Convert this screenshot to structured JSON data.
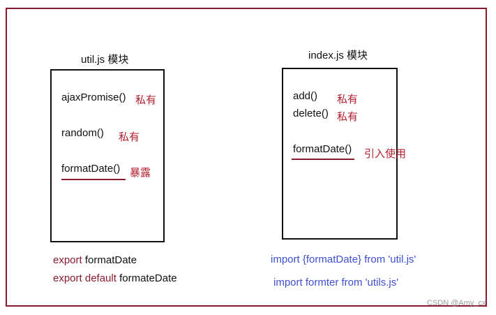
{
  "colors": {
    "frame": "#8b1a2e",
    "private_tag": "#b21f2d",
    "export_keyword": "#8b1a2e",
    "import_text": "#3d4fd0",
    "watermark": "#9a9a9a"
  },
  "util_module": {
    "title": "util.js 模块",
    "items": [
      {
        "name": "ajaxPromise()",
        "tag": "私有"
      },
      {
        "name": "random()",
        "tag": "私有"
      },
      {
        "name": "formatDate()",
        "tag": "暴露"
      }
    ]
  },
  "index_module": {
    "title": "index.js 模块",
    "items": [
      {
        "name": "add()",
        "tag": "私有"
      },
      {
        "name": "delete()",
        "tag": "私有"
      },
      {
        "name": "formatDate()",
        "tag": "引入使用"
      }
    ]
  },
  "export_lines": [
    {
      "keyword": "export",
      "rest": "formatDate"
    },
    {
      "keyword": "export default",
      "rest": "formateDate"
    }
  ],
  "import_lines": [
    "import {formatDate} from 'util.js'",
    "import formter from 'utils.js'"
  ],
  "watermark": "CSDN @Amy_cx"
}
